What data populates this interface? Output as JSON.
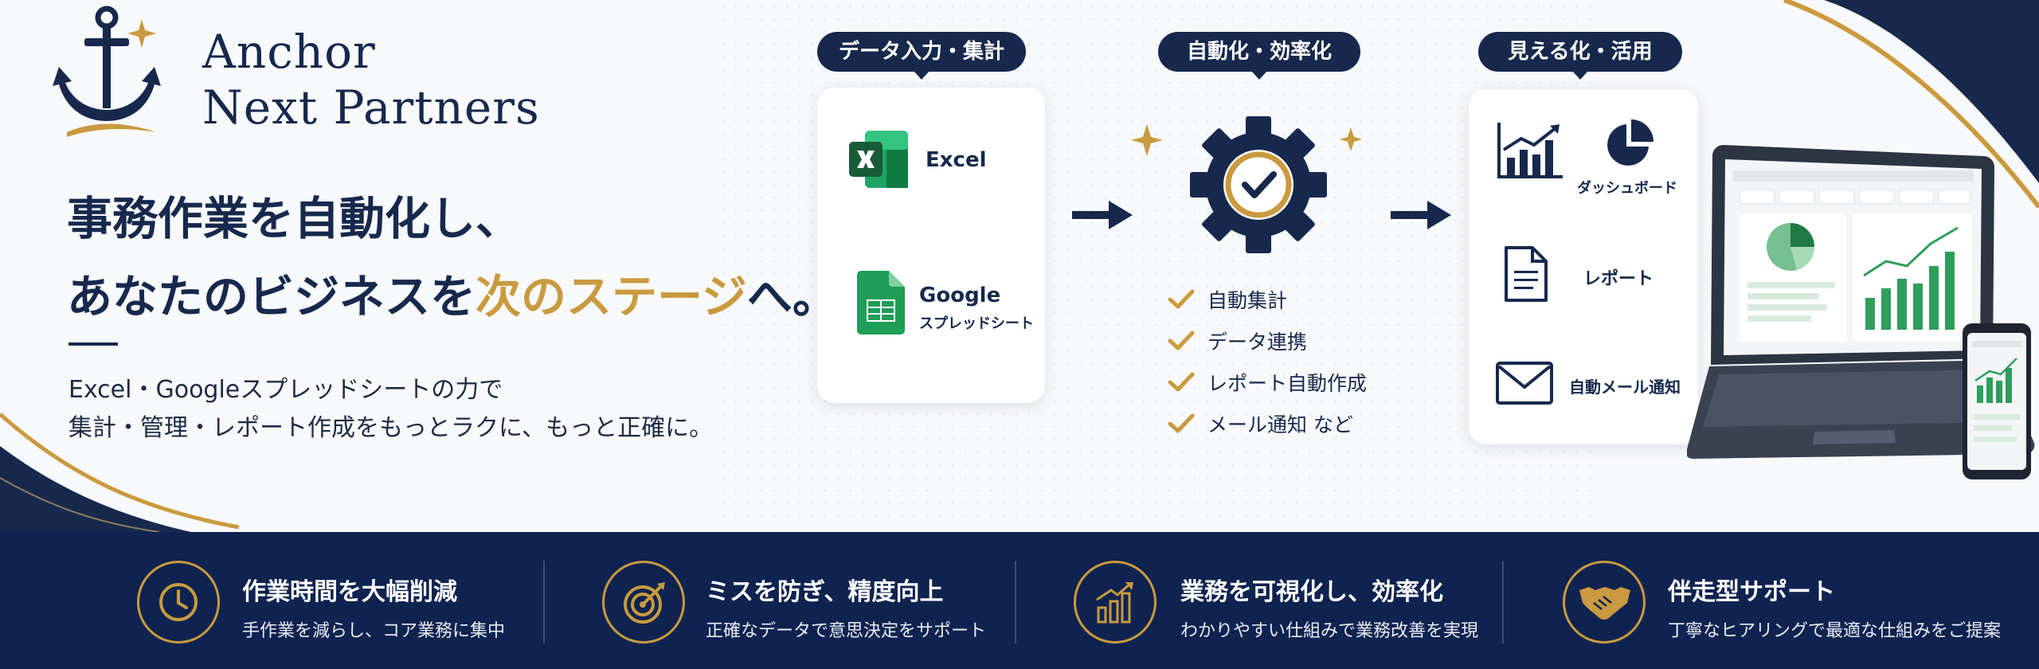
{
  "brand": {
    "line1": "Anchor",
    "line2": "Next Partners"
  },
  "headline": {
    "line1": "事務作業を自動化し、",
    "line2_prefix": "あなたのビジネスを",
    "line2_accent": "次のステージ",
    "line2_suffix": "へ。"
  },
  "subtext": {
    "line1": "Excel・Googleスプレッドシートの力で",
    "line2": "集計・管理・レポート作成をもっとラクに、もっと正確に。"
  },
  "workflow": {
    "step1": {
      "label": "データ入力・集計",
      "excel": "Excel",
      "google_line1": "Google",
      "google_line2": "スプレッドシート"
    },
    "step2": {
      "label": "自動化・効率化",
      "items": [
        "自動集計",
        "データ連携",
        "レポート自動作成",
        "メール通知 など"
      ]
    },
    "step3": {
      "label": "見える化・活用",
      "dashboard": "ダッシュボード",
      "report": "レポート",
      "mail": "自動メール通知"
    }
  },
  "features": [
    {
      "title": "作業時間を大幅削減",
      "desc": "手作業を減らし、コア業務に集中",
      "icon": "clock-icon"
    },
    {
      "title": "ミスを防ぎ、精度向上",
      "desc": "正確なデータで意思決定をサポート",
      "icon": "target-icon"
    },
    {
      "title": "業務を可視化し、効率化",
      "desc": "わかりやすい仕組みで業務改善を実現",
      "icon": "growth-chart-icon"
    },
    {
      "title": "伴走型サポート",
      "desc": "丁寧なヒアリングで最適な仕組みをご提案",
      "icon": "handshake-icon"
    }
  ],
  "colors": {
    "navy": "#16294d",
    "gold": "#c99a3f",
    "footer": "#0f2350",
    "excel_green": "#1f7a45",
    "sheets_green": "#1e9e57"
  }
}
